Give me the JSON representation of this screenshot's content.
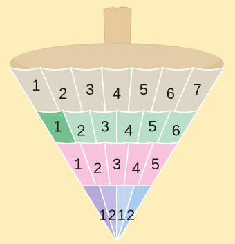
{
  "colors": {
    "background": "#fdeebb",
    "rim": "#dcc39a",
    "rim_inner": "#cbb086",
    "stem": "#e7c89a",
    "row1": "#ddd6c6",
    "row2": "#b9dfc8",
    "row2_accent": "#74c08e",
    "row3": "#f8c3de",
    "row4": [
      "#b8aad8",
      "#c3bbe6",
      "#c2d6f0",
      "#a9ccee"
    ]
  },
  "funnel": {
    "rows": [
      {
        "labels": [
          "1",
          "2",
          "3",
          "4",
          "5",
          "6",
          "7"
        ]
      },
      {
        "labels": [
          "1",
          "2",
          "3",
          "4",
          "5",
          "6"
        ]
      },
      {
        "labels": [
          "1",
          "2",
          "3",
          "4",
          "5"
        ]
      },
      {
        "labels": [
          "1",
          "2",
          "1",
          "2"
        ]
      }
    ]
  }
}
